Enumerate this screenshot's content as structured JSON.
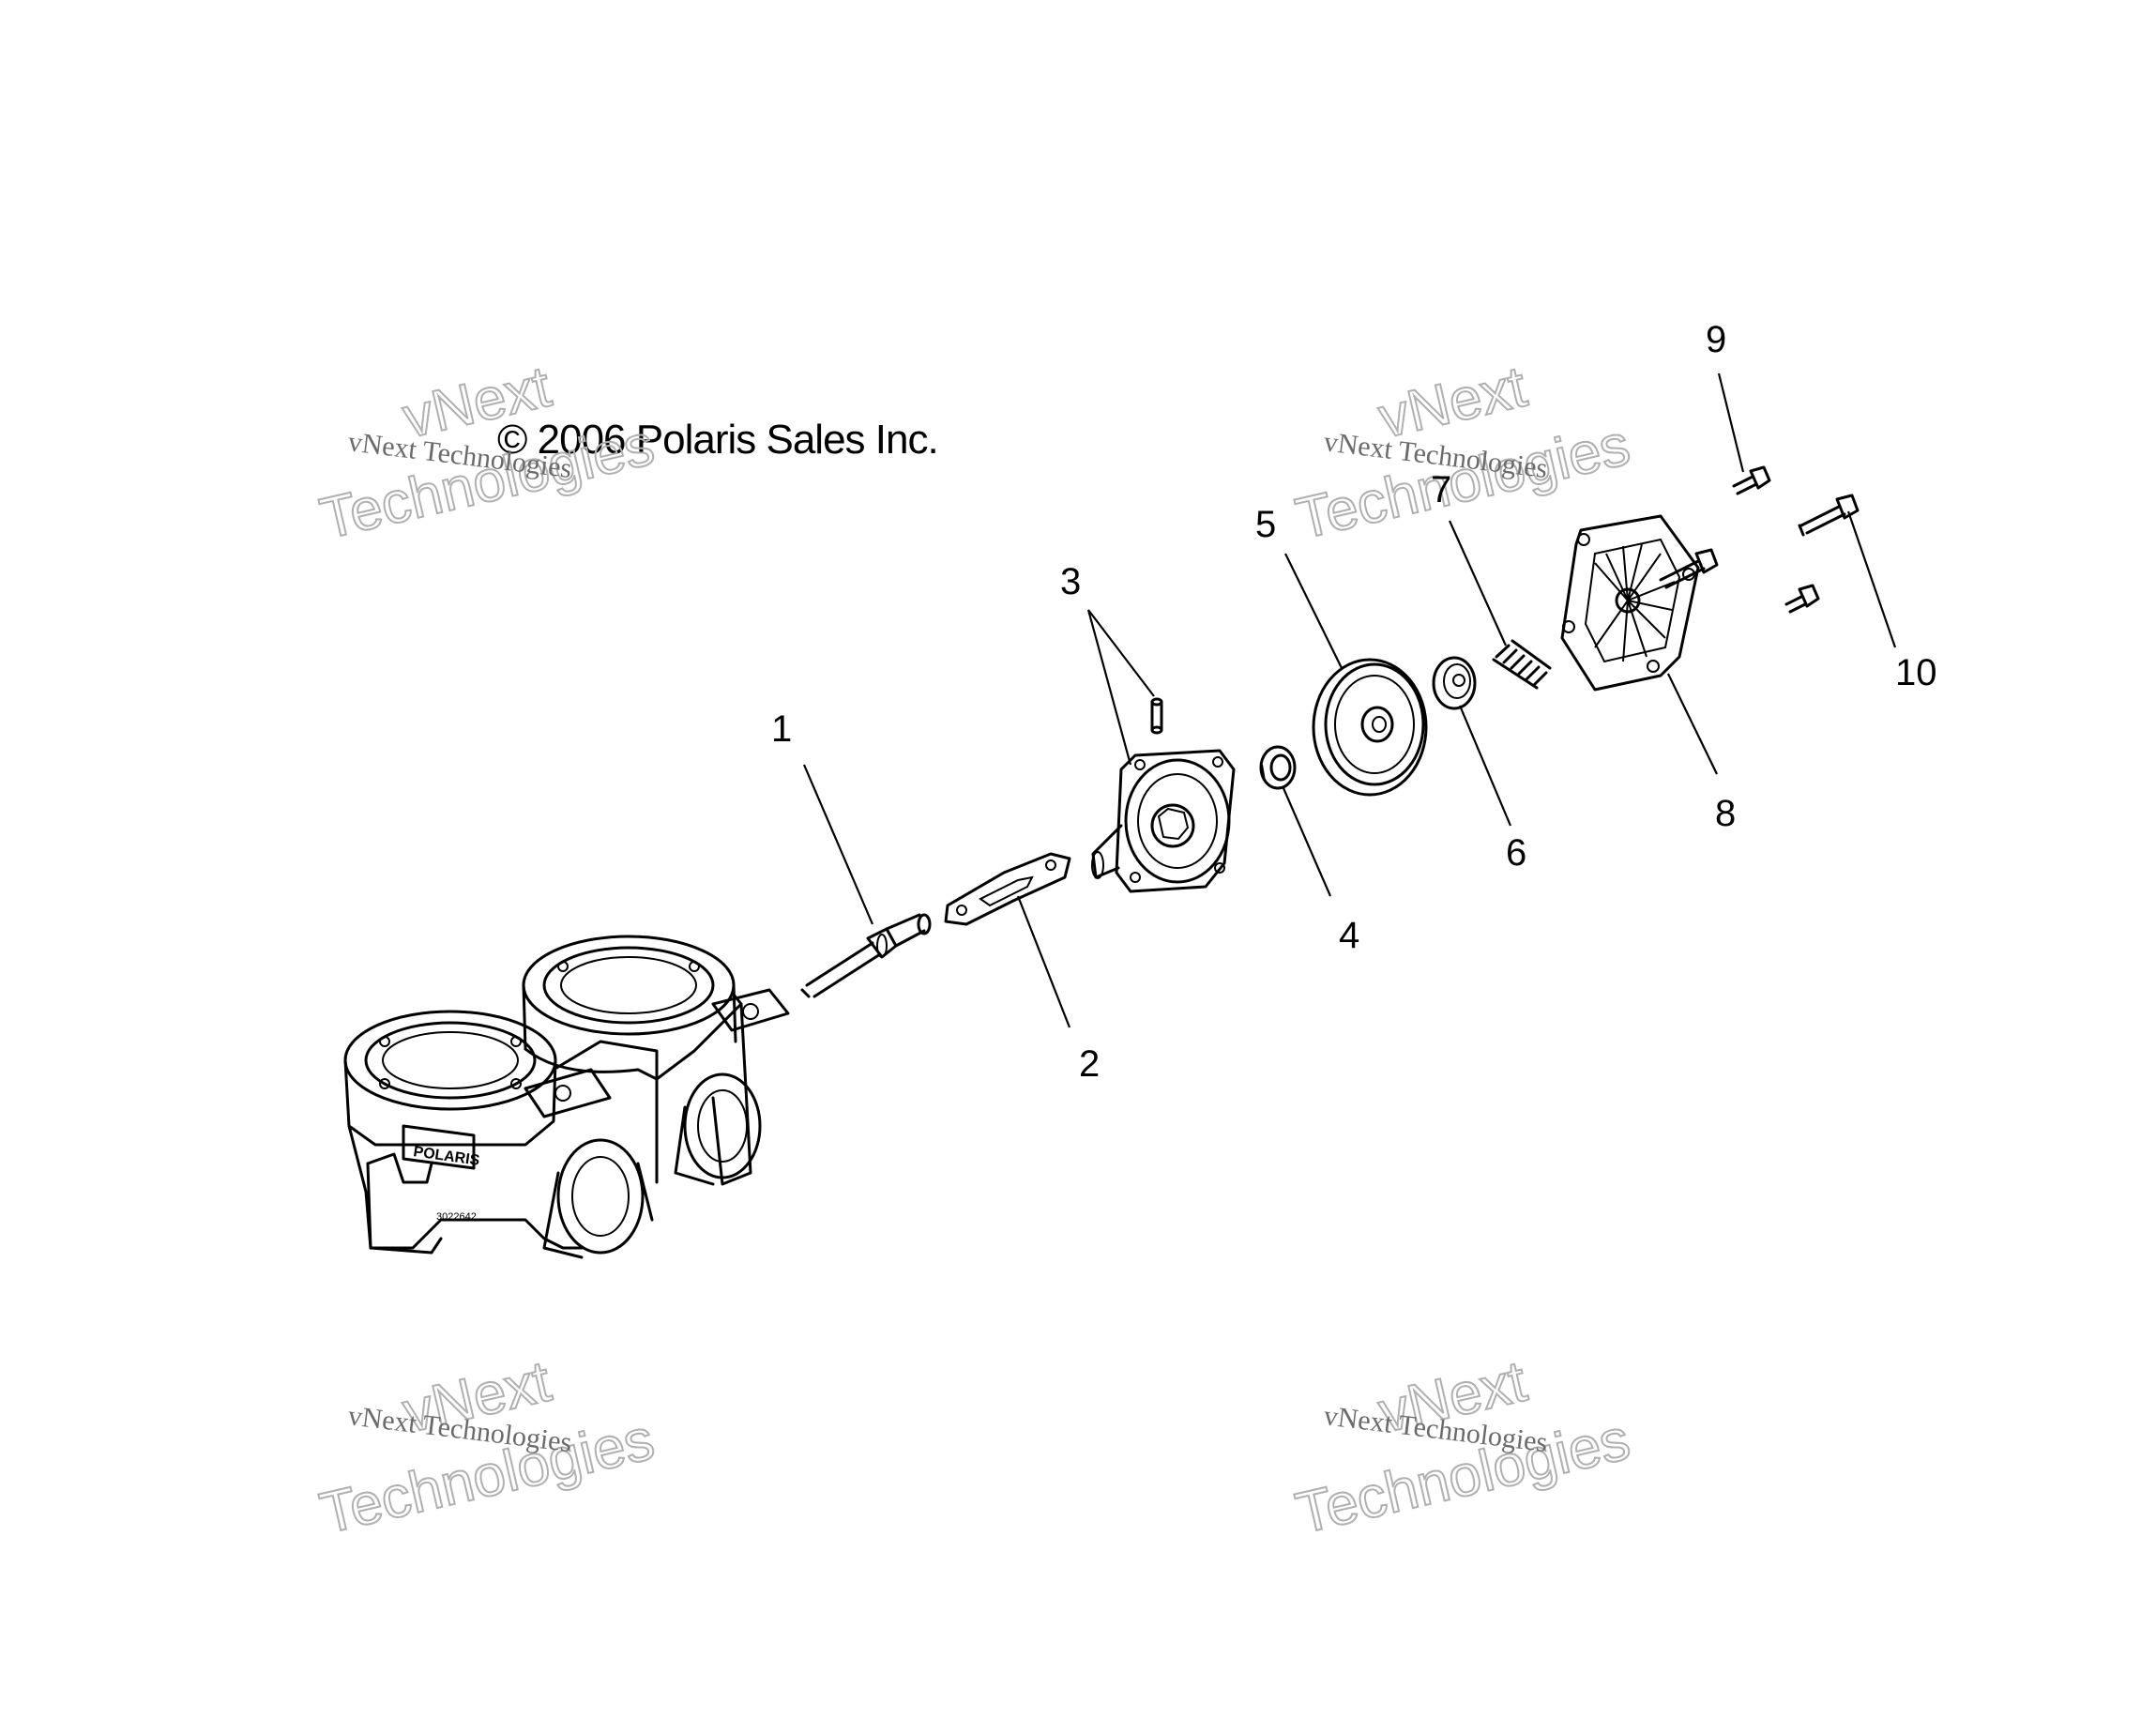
{
  "copyright": "© 2006 Polaris Sales Inc.",
  "watermark": {
    "line1": "vNext",
    "line2": "Technologies",
    "small": "vNext Technologies"
  },
  "callouts": [
    "1",
    "2",
    "3",
    "4",
    "5",
    "6",
    "7",
    "8",
    "9",
    "10"
  ],
  "cylinder_marks": {
    "brand": "POLARIS",
    "part_number": "3022642"
  }
}
